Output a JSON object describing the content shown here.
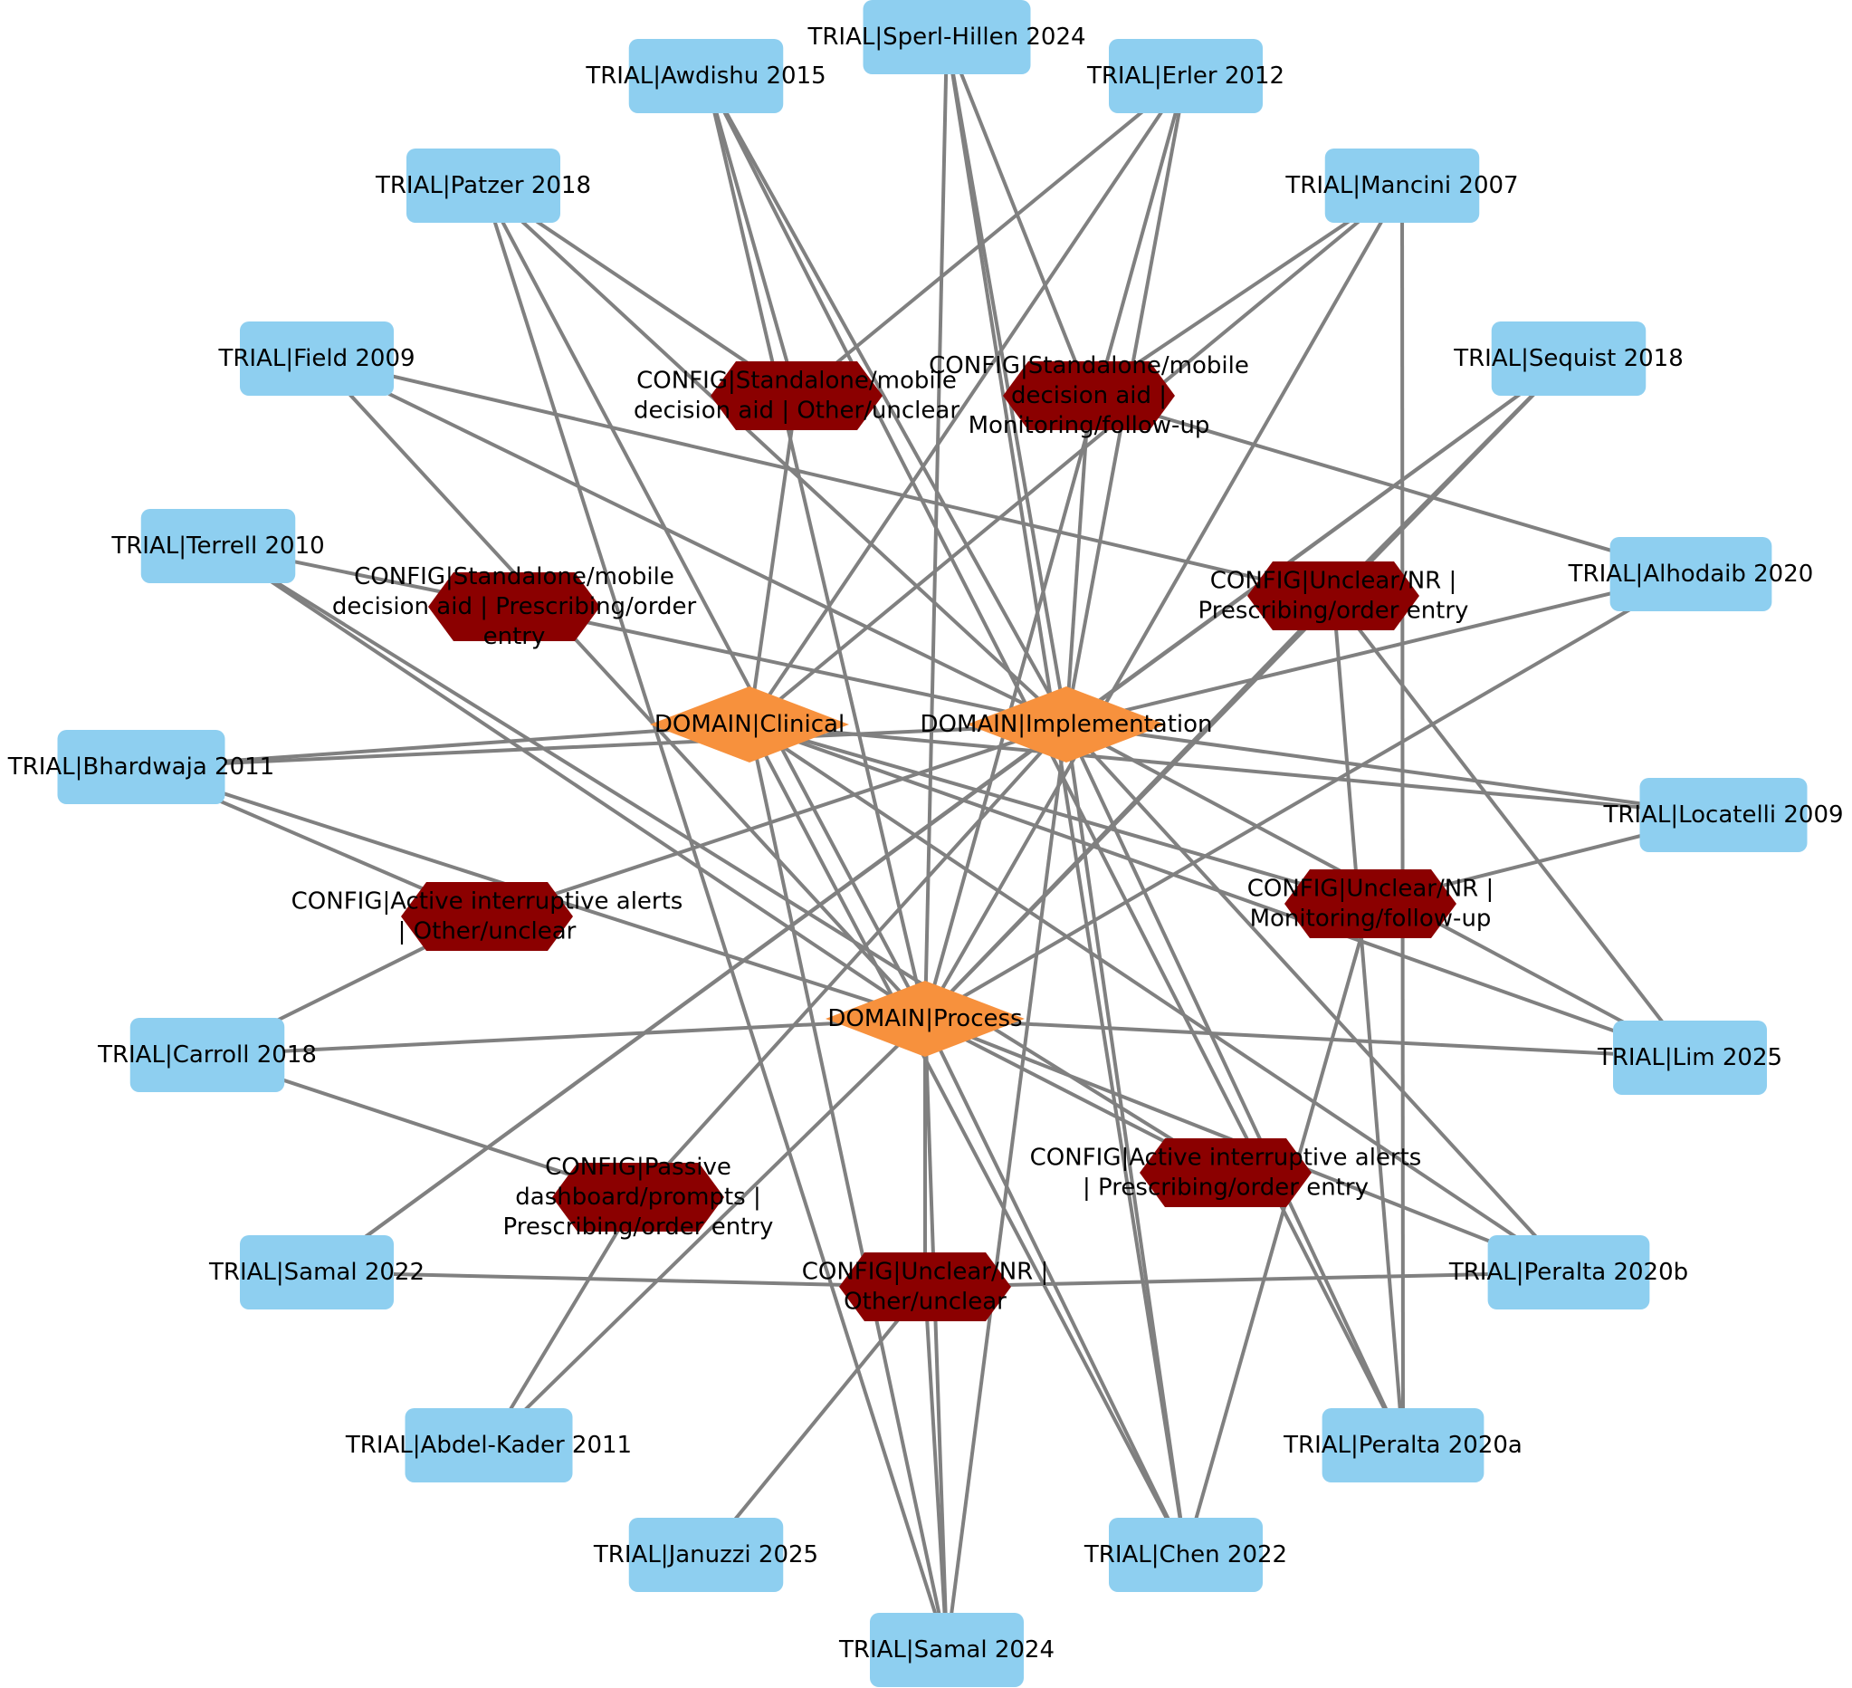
{
  "colors": {
    "trial_fill": "#8ecff0",
    "config_fill": "#8b0000",
    "domain_fill": "#f7913d",
    "edge": "#808080",
    "label": "#000000"
  },
  "domains": [
    {
      "id": "clinical",
      "label": "DOMAIN|Clinical"
    },
    {
      "id": "implementation",
      "label": "DOMAIN|Implementation"
    },
    {
      "id": "process",
      "label": "DOMAIN|Process"
    }
  ],
  "configs": [
    {
      "id": "sa_other",
      "lines": [
        "CONFIG|Standalone/mobile",
        "decision aid | Other/unclear"
      ]
    },
    {
      "id": "sa_monitor",
      "lines": [
        "CONFIG|Standalone/mobile",
        "decision aid |",
        "Monitoring/follow-up"
      ]
    },
    {
      "id": "sa_prescribe",
      "lines": [
        "CONFIG|Standalone/mobile",
        "decision aid | Prescribing/order",
        "entry"
      ]
    },
    {
      "id": "nr_prescribe",
      "lines": [
        "CONFIG|Unclear/NR |",
        "Prescribing/order entry"
      ]
    },
    {
      "id": "alert_other",
      "lines": [
        "CONFIG|Active interruptive alerts",
        "| Other/unclear"
      ]
    },
    {
      "id": "nr_monitor",
      "lines": [
        "CONFIG|Unclear/NR |",
        "Monitoring/follow-up"
      ]
    },
    {
      "id": "passive_prescribe",
      "lines": [
        "CONFIG|Passive",
        "dashboard/prompts |",
        "Prescribing/order entry"
      ]
    },
    {
      "id": "alert_prescribe",
      "lines": [
        "CONFIG|Active interruptive alerts",
        "| Prescribing/order entry"
      ]
    },
    {
      "id": "nr_other",
      "lines": [
        "CONFIG|Unclear/NR |",
        "Other/unclear"
      ]
    }
  ],
  "trials": [
    {
      "id": "sperl",
      "label": "TRIAL|Sperl-Hillen 2024"
    },
    {
      "id": "awdishu",
      "label": "TRIAL|Awdishu 2015"
    },
    {
      "id": "erler",
      "label": "TRIAL|Erler 2012"
    },
    {
      "id": "patzer",
      "label": "TRIAL|Patzer 2018"
    },
    {
      "id": "mancini",
      "label": "TRIAL|Mancini 2007"
    },
    {
      "id": "field",
      "label": "TRIAL|Field 2009"
    },
    {
      "id": "sequist",
      "label": "TRIAL|Sequist 2018"
    },
    {
      "id": "terrell",
      "label": "TRIAL|Terrell 2010"
    },
    {
      "id": "alhodaib",
      "label": "TRIAL|Alhodaib 2020"
    },
    {
      "id": "bhardwaja",
      "label": "TRIAL|Bhardwaja 2011"
    },
    {
      "id": "locatelli",
      "label": "TRIAL|Locatelli 2009"
    },
    {
      "id": "carroll",
      "label": "TRIAL|Carroll 2018"
    },
    {
      "id": "lim",
      "label": "TRIAL|Lim 2025"
    },
    {
      "id": "samal2022",
      "label": "TRIAL|Samal 2022"
    },
    {
      "id": "peraltab",
      "label": "TRIAL|Peralta 2020b"
    },
    {
      "id": "abdel",
      "label": "TRIAL|Abdel-Kader 2011"
    },
    {
      "id": "peraltaa",
      "label": "TRIAL|Peralta 2020a"
    },
    {
      "id": "januzzi",
      "label": "TRIAL|Januzzi 2025"
    },
    {
      "id": "chen",
      "label": "TRIAL|Chen 2022"
    },
    {
      "id": "samal2024",
      "label": "TRIAL|Samal 2024"
    }
  ],
  "edges": [
    [
      "sperl",
      "implementation"
    ],
    [
      "sperl",
      "process"
    ],
    [
      "sperl",
      "sa_monitor"
    ],
    [
      "sperl",
      "chen"
    ],
    [
      "awdishu",
      "implementation"
    ],
    [
      "awdishu",
      "process"
    ],
    [
      "awdishu",
      "sa_other"
    ],
    [
      "awdishu",
      "peraltaa"
    ],
    [
      "erler",
      "clinical"
    ],
    [
      "erler",
      "sa_other"
    ],
    [
      "erler",
      "process"
    ],
    [
      "erler",
      "implementation"
    ],
    [
      "patzer",
      "implementation"
    ],
    [
      "patzer",
      "process"
    ],
    [
      "patzer",
      "sa_other"
    ],
    [
      "patzer",
      "samal2024"
    ],
    [
      "mancini",
      "sa_monitor"
    ],
    [
      "mancini",
      "clinical"
    ],
    [
      "mancini",
      "process"
    ],
    [
      "mancini",
      "peraltaa"
    ],
    [
      "field",
      "nr_prescribe"
    ],
    [
      "field",
      "implementation"
    ],
    [
      "field",
      "process"
    ],
    [
      "sequist",
      "nr_prescribe"
    ],
    [
      "sequist",
      "implementation"
    ],
    [
      "sequist",
      "process"
    ],
    [
      "sequist",
      "samal2022"
    ],
    [
      "terrell",
      "sa_prescribe"
    ],
    [
      "terrell",
      "process"
    ],
    [
      "terrell",
      "alert_prescribe"
    ],
    [
      "alhodaib",
      "sa_monitor"
    ],
    [
      "alhodaib",
      "implementation"
    ],
    [
      "alhodaib",
      "process"
    ],
    [
      "bhardwaja",
      "clinical"
    ],
    [
      "bhardwaja",
      "implementation"
    ],
    [
      "bhardwaja",
      "alert_other"
    ],
    [
      "bhardwaja",
      "process"
    ],
    [
      "locatelli",
      "implementation"
    ],
    [
      "locatelli",
      "nr_monitor"
    ],
    [
      "locatelli",
      "clinical"
    ],
    [
      "carroll",
      "alert_other"
    ],
    [
      "carroll",
      "process"
    ],
    [
      "carroll",
      "passive_prescribe"
    ],
    [
      "lim",
      "implementation"
    ],
    [
      "lim",
      "process"
    ],
    [
      "lim",
      "clinical"
    ],
    [
      "lim",
      "nr_prescribe"
    ],
    [
      "samal2022",
      "nr_other"
    ],
    [
      "samal2022",
      "implementation"
    ],
    [
      "peraltab",
      "nr_other"
    ],
    [
      "peraltab",
      "process"
    ],
    [
      "peraltab",
      "clinical"
    ],
    [
      "peraltab",
      "implementation"
    ],
    [
      "abdel",
      "passive_prescribe"
    ],
    [
      "abdel",
      "process"
    ],
    [
      "peraltaa",
      "implementation"
    ],
    [
      "peraltaa",
      "nr_prescribe"
    ],
    [
      "januzzi",
      "nr_other"
    ],
    [
      "chen",
      "implementation"
    ],
    [
      "chen",
      "process"
    ],
    [
      "chen",
      "clinical"
    ],
    [
      "chen",
      "nr_monitor"
    ],
    [
      "samal2024",
      "implementation"
    ],
    [
      "samal2024",
      "process"
    ],
    [
      "samal2024",
      "clinical"
    ],
    [
      "samal2024",
      "nr_other"
    ],
    [
      "sa_other",
      "clinical"
    ],
    [
      "sa_prescribe",
      "implementation"
    ],
    [
      "nr_prescribe",
      "process"
    ],
    [
      "alert_prescribe",
      "process"
    ],
    [
      "alert_other",
      "implementation"
    ],
    [
      "nr_monitor",
      "clinical"
    ],
    [
      "sa_monitor",
      "implementation"
    ],
    [
      "nr_other",
      "process"
    ],
    [
      "passive_prescribe",
      "implementation"
    ]
  ]
}
